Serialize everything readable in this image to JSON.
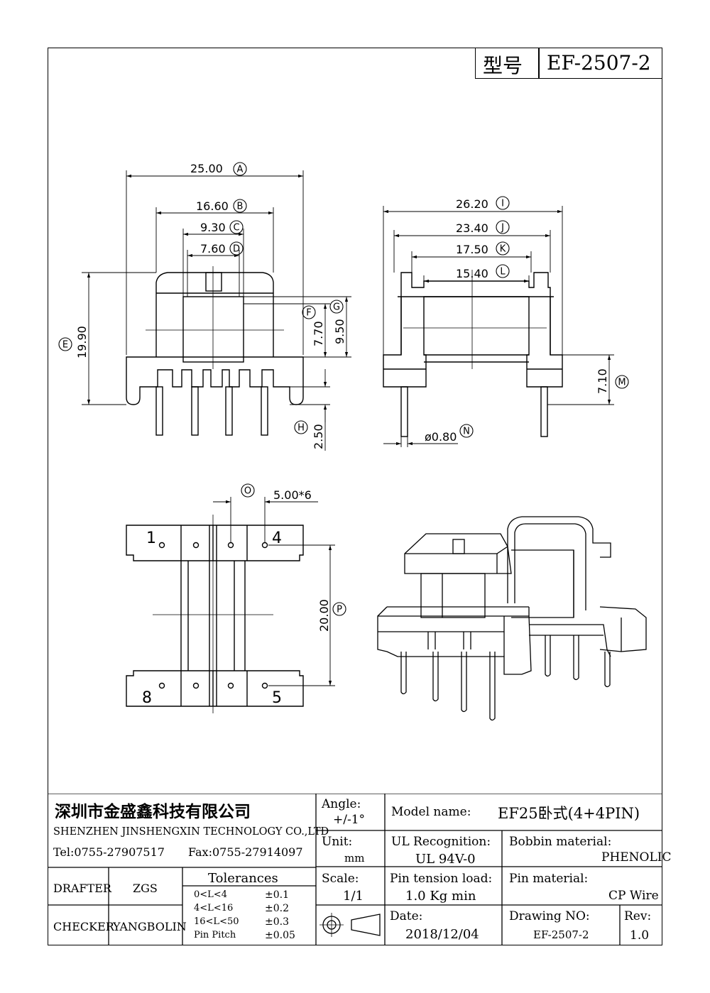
{
  "header": {
    "model_label": "型号",
    "model_value": "EF-2507-2"
  },
  "dimensions": {
    "A": "25.00",
    "B": "16.60",
    "C": "9.30",
    "D": "7.60",
    "E": "19.90",
    "F": "7.70",
    "G": "9.50",
    "H": "2.50",
    "I": "26.20",
    "J": "23.40",
    "K": "17.50",
    "L": "15.40",
    "M": "7.10",
    "N": "ø0.80",
    "O": "5.00*6",
    "P": "20.00"
  },
  "dimension_letters": [
    "A",
    "B",
    "C",
    "D",
    "E",
    "F",
    "G",
    "H",
    "I",
    "J",
    "K",
    "L",
    "M",
    "N",
    "O",
    "P"
  ],
  "pins": {
    "p1": "1",
    "p4": "4",
    "p8": "8",
    "p5": "5"
  },
  "company": {
    "name_cn": "深圳市金盛鑫科技有限公司",
    "name_en": "SHENZHEN JINSHENGXIN TECHNOLOGY CO.,LTD",
    "tel": "Tel:0755-27907517",
    "fax": "Fax:0755-27914097"
  },
  "angle": {
    "label": "Angle:",
    "value": "+/-1°"
  },
  "unit": {
    "label": "Unit:",
    "value": "mm"
  },
  "scale": {
    "label": "Scale:",
    "value": "1/1"
  },
  "model": {
    "label": "Model name:",
    "value": "EF25卧式(4+4PIN)"
  },
  "ul": {
    "label": "UL Recognition:",
    "value": "UL 94V-0"
  },
  "bobbin": {
    "label": "Bobbin material:",
    "value": "PHENOLIC"
  },
  "pin_tension": {
    "label": "Pin tension load:",
    "value": "1.0 Kg min"
  },
  "pin_material": {
    "label": "Pin material:",
    "value": "CP Wire"
  },
  "date": {
    "label": "Date:",
    "value": "2018/12/04"
  },
  "drawing_no": {
    "label": "Drawing NO:",
    "value": "EF-2507-2"
  },
  "rev": {
    "label": "Rev:",
    "value": "1.0"
  },
  "drafter": {
    "label": "DRAFTER",
    "value": "ZGS"
  },
  "checker": {
    "label": "CHECKER",
    "value": "YANGBOLIN"
  },
  "tolerances": {
    "title": "Tolerances",
    "rows": [
      {
        "range": "0<L<4",
        "tol": "±0.1"
      },
      {
        "range": "4<L<16",
        "tol": "±0.2"
      },
      {
        "range": "16<L<50",
        "tol": "±0.3"
      },
      {
        "range": "Pin Pitch",
        "tol": "±0.05"
      }
    ]
  }
}
